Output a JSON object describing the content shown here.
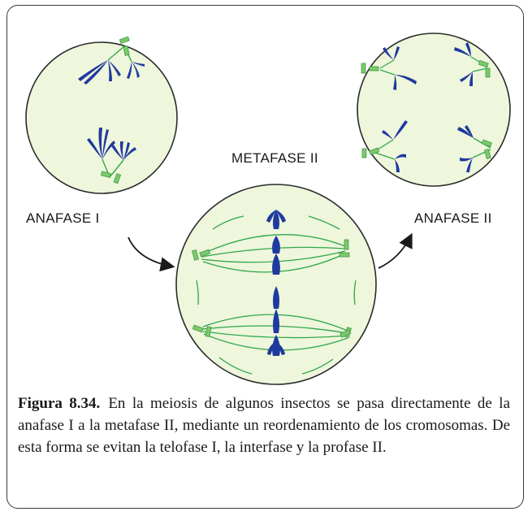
{
  "labels": {
    "anafase_1": "ANAFASE  I",
    "metafase_2": "METAFASE  II",
    "anafase_2": "ANAFASE  II"
  },
  "caption": {
    "figure": "Figura 8.34.",
    "text": "En la meiosis de algunos insectos se pasa directamente de la anafase I a la metafase II, mediante un reordenamiento de los cromosomas. De esta forma se evitan la telofase I, la interfase y la profase II."
  },
  "colors": {
    "cell_fill": "#eef6dc",
    "cell_stroke": "#2b2b2b",
    "chromosome": "#1f3a9e",
    "spindle": "#2fa84a",
    "centriole": "#7cc96a"
  }
}
